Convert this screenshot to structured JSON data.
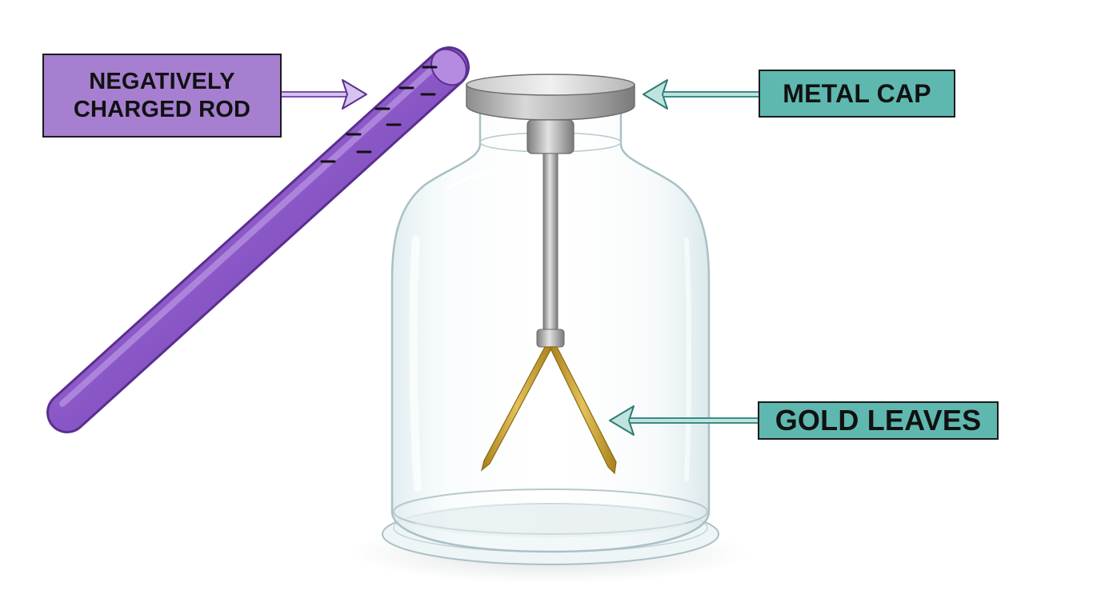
{
  "labels": {
    "rod": {
      "line1": "NEGATIVELY",
      "line2": "CHARGED ROD"
    },
    "cap": "METAL CAP",
    "leaves": "GOLD LEAVES"
  },
  "charge_symbol": "–",
  "charge_count": 8,
  "colors": {
    "rod": "#8e5cc8",
    "rod_label_bg": "#a67fd0",
    "teal_label_bg": "#5fb8b0",
    "teal_arrow": "#4aa7a0",
    "gold": "#c9a234",
    "metal": "#9a9a9a",
    "glass_outline": "#a9c0c6"
  }
}
